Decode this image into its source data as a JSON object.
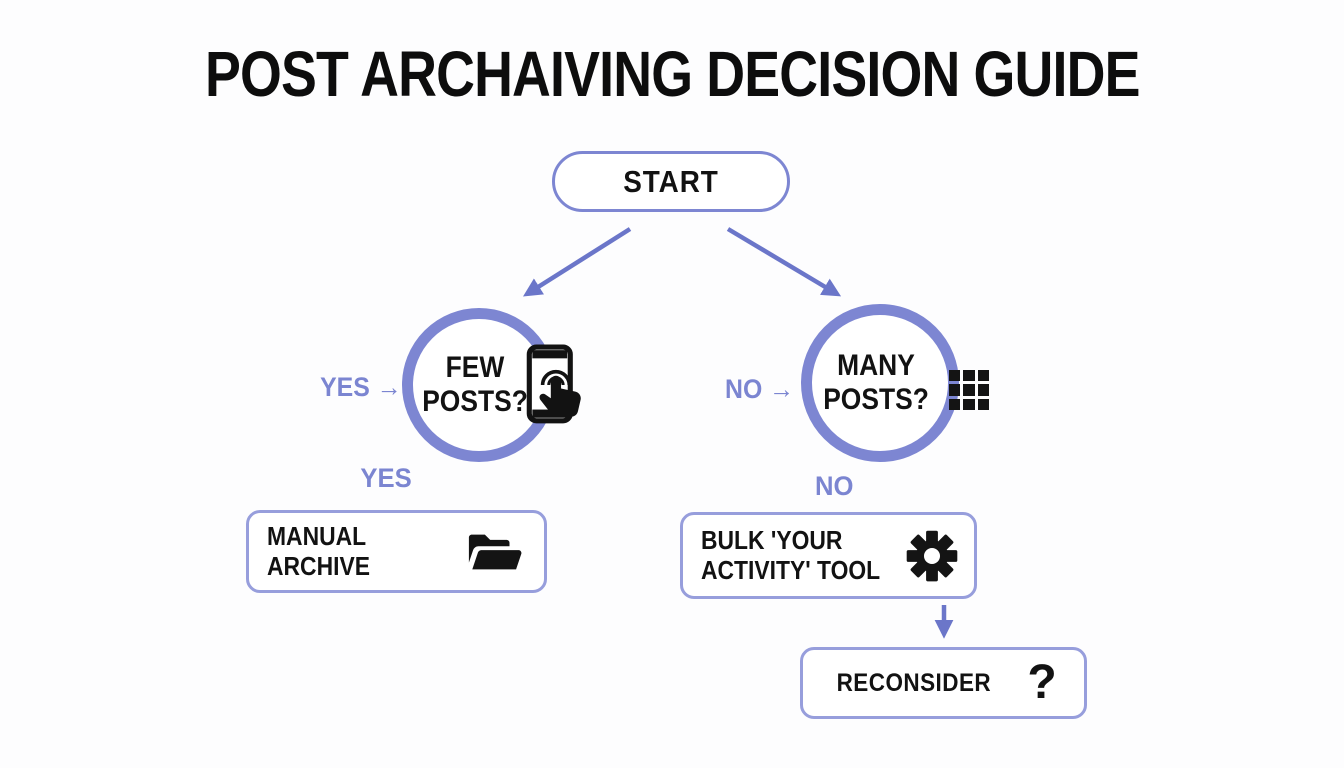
{
  "title": "POST ARCHAIVING DECISION GUIDE",
  "colors": {
    "accent": "#7d86d2",
    "label": "#7b85d1",
    "arrow": "#6b76c9",
    "box_border": "#979edc",
    "ink": "#121212",
    "background": "#fdfdfe"
  },
  "start": {
    "label": "START"
  },
  "branches": {
    "left": {
      "side_label": "YES →",
      "question_line1": "FEW",
      "question_line2": "POSTS?",
      "question_icon": "phone-tap-icon",
      "branch_label": "YES",
      "action_line1": "MANUAL",
      "action_line2": "ARCHIVE",
      "action_icon": "open-folder-icon"
    },
    "right": {
      "side_label": "NO →",
      "question_line1": "MANY",
      "question_line2": "POSTS?",
      "question_icon": "grid-icon",
      "branch_label": "NO",
      "action_line1": "BULK 'YOUR",
      "action_line2": "ACTIVITY' TOOL",
      "action_icon": "gear-icon",
      "followup_label": "RECONSIDER",
      "followup_mark": "?"
    }
  }
}
